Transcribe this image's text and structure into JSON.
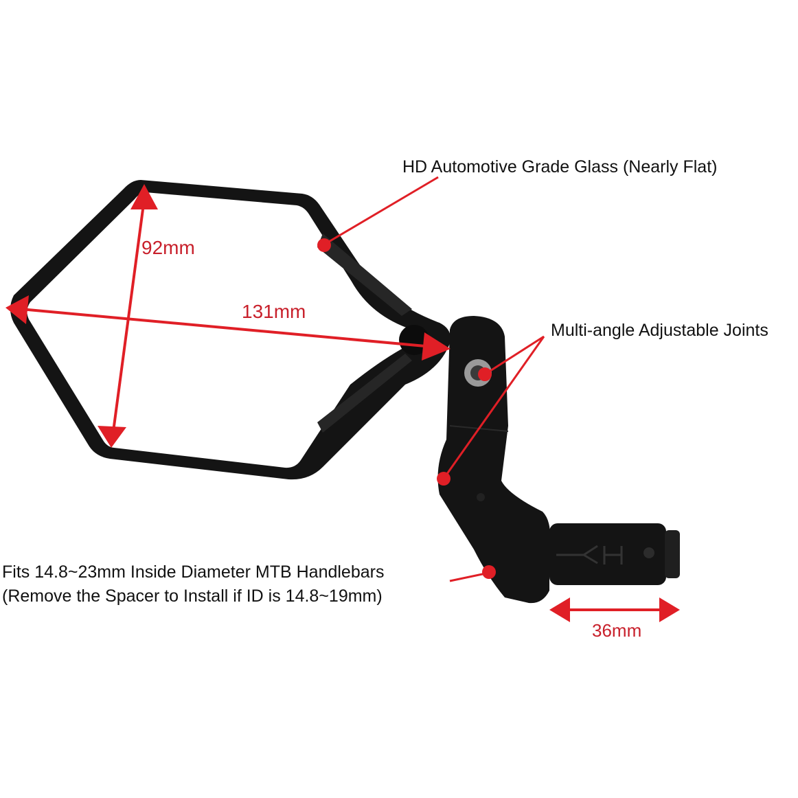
{
  "product": {
    "name": "Bicycle bar-end rear-view mirror",
    "colors": {
      "body": "#141414",
      "annotation": "#e01f26",
      "dimension_text": "#c8202b",
      "label_text": "#111111",
      "background": "#ffffff"
    }
  },
  "annotations": {
    "glass": {
      "label": "HD Automotive Grade Glass (Nearly Flat)"
    },
    "joints": {
      "label": "Multi-angle Adjustable Joints"
    },
    "fit": {
      "line1": "Fits 14.8~23mm Inside Diameter MTB Handlebars",
      "line2": "(Remove the Spacer to Install if ID is 14.8~19mm)"
    }
  },
  "dimensions": {
    "height": "92mm",
    "width": "131mm",
    "plug_length": "36mm"
  }
}
